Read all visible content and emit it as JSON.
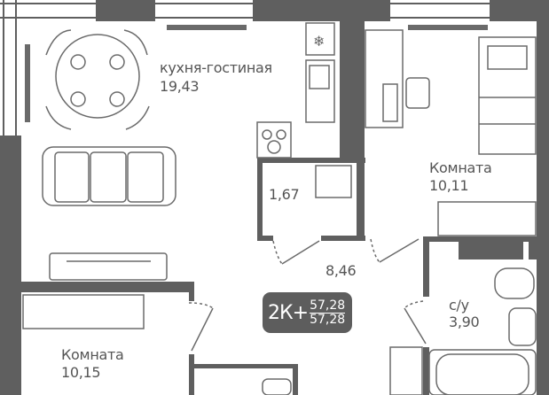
{
  "rooms": {
    "kitchen_living": {
      "name": "кухня-гостиная",
      "area": "19,43"
    },
    "storage": {
      "area": "1,67"
    },
    "room_right": {
      "name": "Комната",
      "area": "10,11"
    },
    "hall": {
      "area": "8,46"
    },
    "bathroom": {
      "name": "с/у",
      "area": "3,90"
    },
    "room_left": {
      "name": "Комната",
      "area": "10,15"
    }
  },
  "badge": {
    "type": "2К+",
    "total_area": "57,28",
    "living_area": "57,28"
  },
  "colors": {
    "wall": "#5f5f5f",
    "line": "#6a6a6a",
    "text": "#555555"
  }
}
